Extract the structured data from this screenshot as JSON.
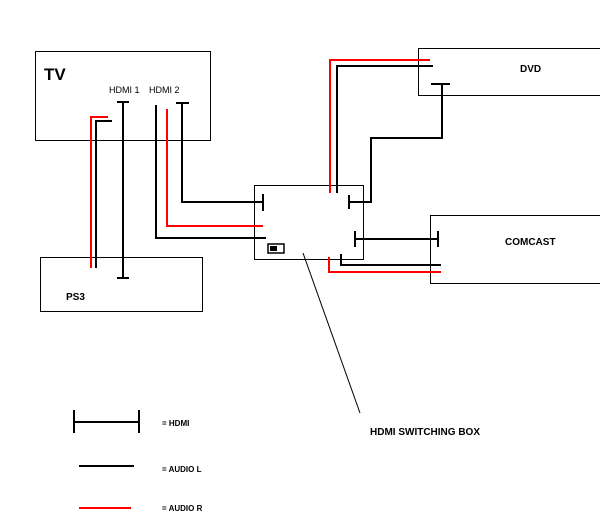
{
  "devices": {
    "tv": "TV",
    "hdmi1": "HDMI 1",
    "hdmi2": "HDMI 2",
    "ps3": "PS3",
    "dvd": "DVD",
    "comcast": "COMCAST",
    "switch_box": "HDMI SWITCHING BOX"
  },
  "legend": {
    "hdmi": "= HDMI",
    "audio_l": "= AUDIO L",
    "audio_r": "= AUDIO R"
  },
  "colors": {
    "audio_l": "#000000",
    "audio_r": "#ff0000",
    "hdmi": "#000000"
  }
}
